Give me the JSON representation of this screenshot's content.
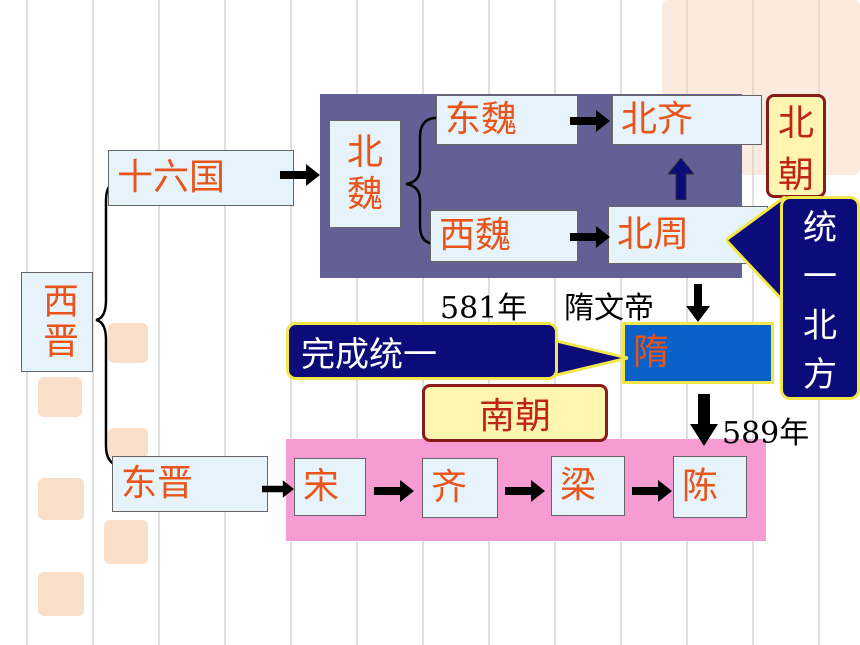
{
  "nodes": {
    "xijin": "西晋",
    "shiliuguo": "十六国",
    "dongjin": "东晋",
    "beiwei_1": "北",
    "beiwei_2": "魏",
    "dongwei": "东魏",
    "xiwei": "西魏",
    "beiqi": "北齐",
    "beizhou": "北周",
    "sui": "隋",
    "song": "宋",
    "qi": "齐",
    "liang": "梁",
    "chen": "陈"
  },
  "labels": {
    "beichao_1": "北",
    "beichao_2": "朝",
    "nanchao": "南朝",
    "year_581": "581年",
    "sui_wendi": "隋文帝",
    "year_589": "589年"
  },
  "callouts": {
    "unify_north": [
      "统",
      "一",
      "北",
      "方"
    ],
    "complete_unify": "完成统一"
  },
  "colors": {
    "north_panel": "#636096",
    "south_panel": "#f79cd2",
    "node_fill": "#e6f3fb",
    "node_text": "#e8541a",
    "callout_fill": "#0b0b7a",
    "callout_border": "#f2e64a",
    "sui_fill": "#0a62c9"
  }
}
